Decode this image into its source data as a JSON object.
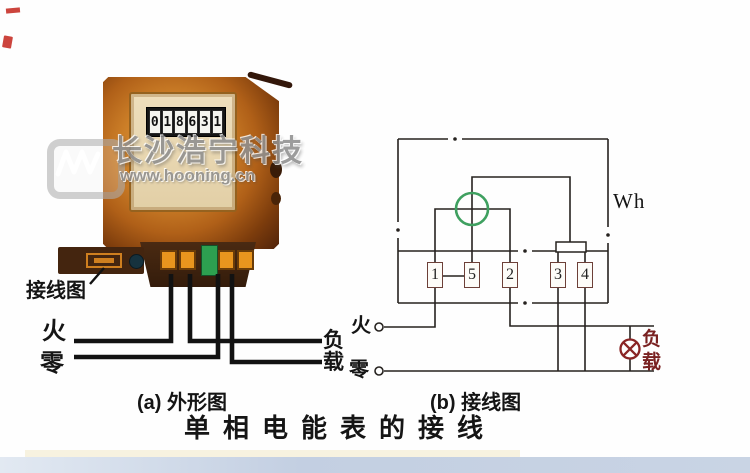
{
  "watermark": {
    "brand": "长沙浩宁科技",
    "url": "www.hooning.cn"
  },
  "meter": {
    "counter": [
      "0",
      "1",
      "8",
      "6",
      "3",
      "1"
    ],
    "plate_label": "接线图"
  },
  "panel_a": {
    "caption": "(a) 外形图",
    "live": "火",
    "neutral": "零",
    "load_top": "负",
    "load_bottom": "载"
  },
  "panel_b": {
    "caption": "(b) 接线图",
    "meter_unit": "Wh",
    "terminals": [
      "1",
      "5",
      "2",
      "3",
      "4"
    ],
    "live": "火",
    "neutral": "零",
    "load_top": "负",
    "load_bottom": "载"
  },
  "title": "单相电能表的接线",
  "colors": {
    "voltage_coil_green": "#3fa060",
    "lamp_red": "#8a2525",
    "meter_orange": "#cc7f28",
    "bottom_band_blue": "#c9d4e4"
  }
}
